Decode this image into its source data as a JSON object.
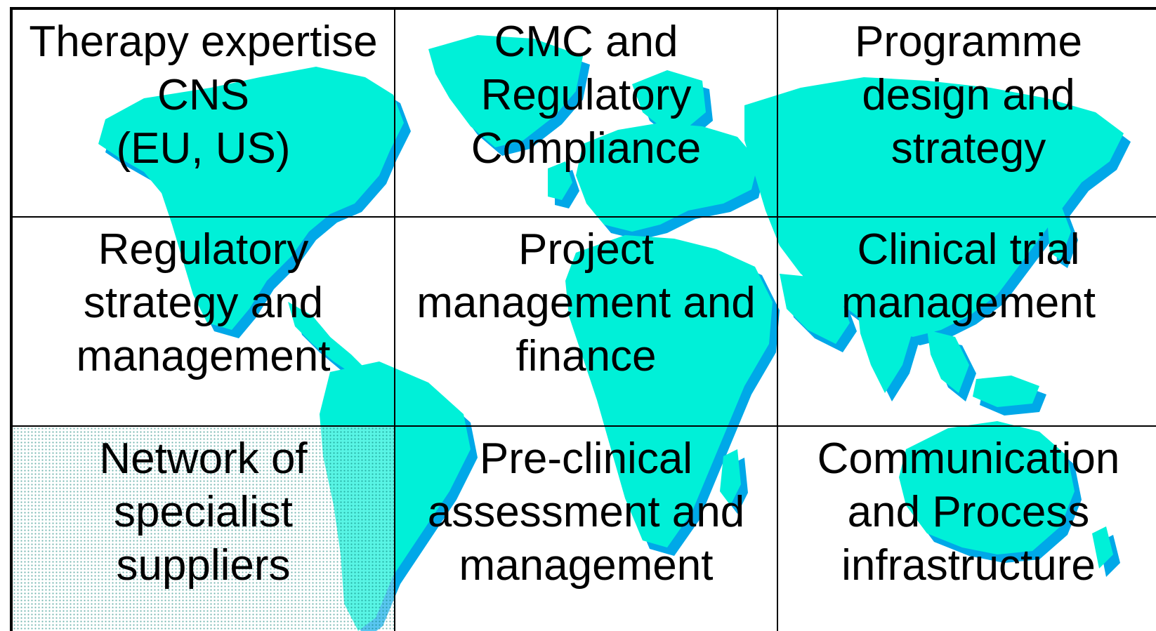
{
  "colors": {
    "land": "#00f0d8",
    "land_shadow": "#00a8e8",
    "grid_line": "#000000",
    "text": "#000000"
  },
  "cells": [
    {
      "lines": [
        "Therapy expertise",
        "CNS",
        "(EU, US)"
      ]
    },
    {
      "lines": [
        "CMC and",
        "Regulatory",
        "Compliance"
      ]
    },
    {
      "lines": [
        "Programme",
        "design and",
        "strategy"
      ]
    },
    {
      "lines": [
        "Regulatory",
        "strategy and",
        "management"
      ]
    },
    {
      "lines": [
        "Project",
        "management and",
        "finance"
      ]
    },
    {
      "lines": [
        "Clinical trial",
        "management"
      ]
    },
    {
      "lines": [
        "Network of",
        "specialist",
        "suppliers"
      ],
      "highlighted": true
    },
    {
      "lines": [
        "Pre-clinical",
        "assessment and",
        "management"
      ]
    },
    {
      "lines": [
        "Communication",
        "and Process",
        "infrastructure"
      ]
    }
  ]
}
